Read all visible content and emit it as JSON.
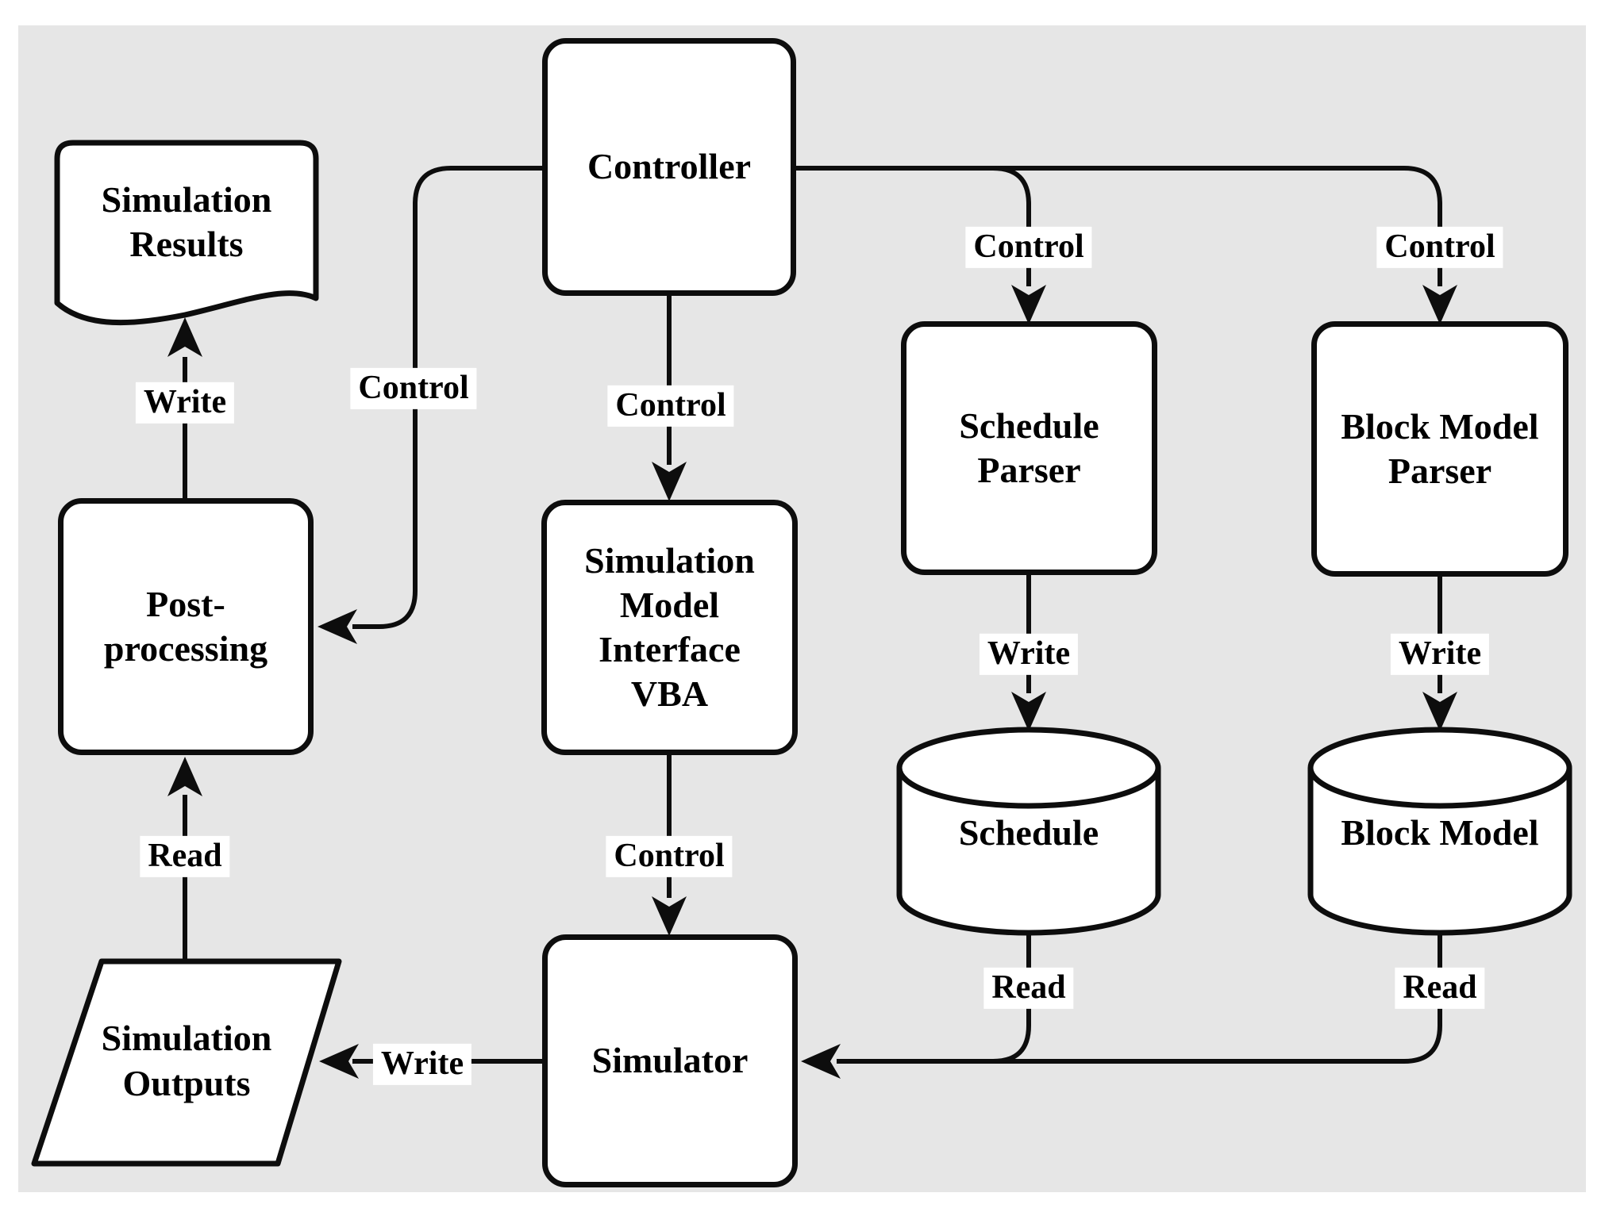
{
  "diagram": {
    "description": "Flowchart of a simulation system architecture",
    "colors": {
      "page_background": "#ffffff",
      "panel_background": "#e6e6e6",
      "line": "#0d0d0d",
      "node_fill": "#ffffff",
      "text": "#000000",
      "label_background": "#ffffff"
    },
    "nodes": {
      "controller": {
        "label": "Controller",
        "shape": "rounded-rect"
      },
      "simulation_results": {
        "label": "Simulation\nResults",
        "shape": "document"
      },
      "post_processing": {
        "label": "Post-\nprocessing",
        "shape": "rounded-rect"
      },
      "simulation_model_interface_vba": {
        "label": "Simulation\nModel\nInterface\nVBA",
        "shape": "rounded-rect"
      },
      "simulator": {
        "label": "Simulator",
        "shape": "rounded-rect"
      },
      "simulation_outputs": {
        "label": "Simulation\nOutputs",
        "shape": "parallelogram"
      },
      "schedule_parser": {
        "label": "Schedule\nParser",
        "shape": "rounded-rect"
      },
      "block_model_parser": {
        "label": "Block Model\nParser",
        "shape": "rounded-rect"
      },
      "schedule_db": {
        "label": "Schedule",
        "shape": "cylinder"
      },
      "block_model_db": {
        "label": "Block Model",
        "shape": "cylinder"
      }
    },
    "edges": {
      "controller_to_post_processing": {
        "label": "Control"
      },
      "controller_to_vba": {
        "label": "Control"
      },
      "controller_to_schedule_parser": {
        "label": "Control"
      },
      "controller_to_block_model_parser": {
        "label": "Control"
      },
      "vba_to_simulator": {
        "label": "Control"
      },
      "post_processing_to_results": {
        "label": "Write"
      },
      "schedule_parser_to_schedule": {
        "label": "Write"
      },
      "block_model_parser_to_block_model": {
        "label": "Write"
      },
      "simulator_to_outputs": {
        "label": "Write"
      },
      "outputs_to_post_processing": {
        "label": "Read"
      },
      "schedule_to_simulator": {
        "label": "Read"
      },
      "block_model_to_simulator": {
        "label": "Read"
      }
    }
  }
}
